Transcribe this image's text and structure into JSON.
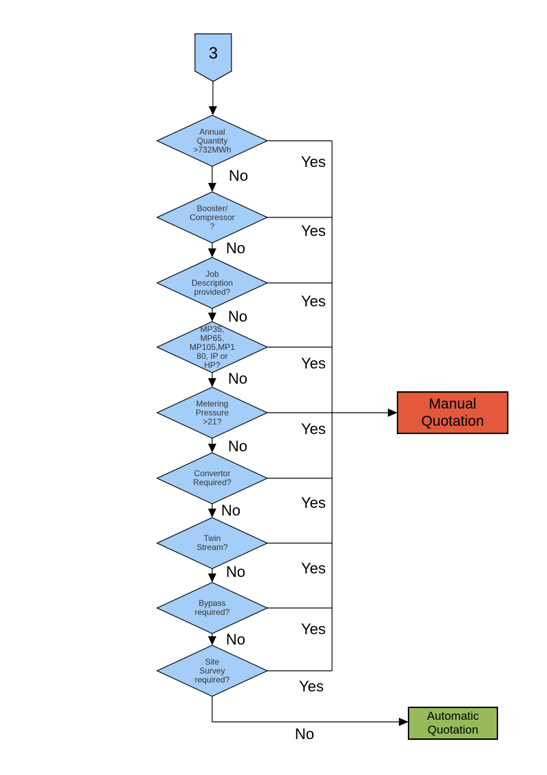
{
  "connector": {
    "label": "3"
  },
  "decisions": [
    {
      "id": "annual-quantity",
      "label": "Annual\nQuantity\n>732MWh",
      "yes_label": "Yes",
      "no_label": "No"
    },
    {
      "id": "booster-compressor",
      "label": "Booster/\nCompressor\n?",
      "yes_label": "Yes",
      "no_label": "No"
    },
    {
      "id": "job-description",
      "label": "Job\nDescription\nprovided?",
      "yes_label": "Yes",
      "no_label": "No"
    },
    {
      "id": "pressure-tier",
      "label": "MP35,\nMP65,\nMP105,MP1\n80, IP or\nHP?",
      "yes_label": "Yes",
      "no_label": "No"
    },
    {
      "id": "metering-pressure",
      "label": "Metering\nPressure\n>21?",
      "yes_label": "Yes",
      "no_label": "No"
    },
    {
      "id": "convertor-required",
      "label": "Convertor\nRequired?",
      "yes_label": "Yes",
      "no_label": "No"
    },
    {
      "id": "twin-stream",
      "label": "Twin\nStream?",
      "yes_label": "Yes",
      "no_label": "No"
    },
    {
      "id": "bypass-required",
      "label": "Bypass\nrequired?",
      "yes_label": "Yes",
      "no_label": "No"
    },
    {
      "id": "site-survey",
      "label": "Site\nSurvey\nrequired?",
      "yes_label": "Yes",
      "no_label": "No"
    }
  ],
  "outcomes": {
    "manual": {
      "label": "Manual\nQuotation",
      "fill": "#E2593B"
    },
    "automatic": {
      "label": "Automatic\nQuotation",
      "fill": "#97BB5B"
    }
  },
  "colors": {
    "node_fill": "#A4CDF8",
    "stroke": "#000000"
  }
}
